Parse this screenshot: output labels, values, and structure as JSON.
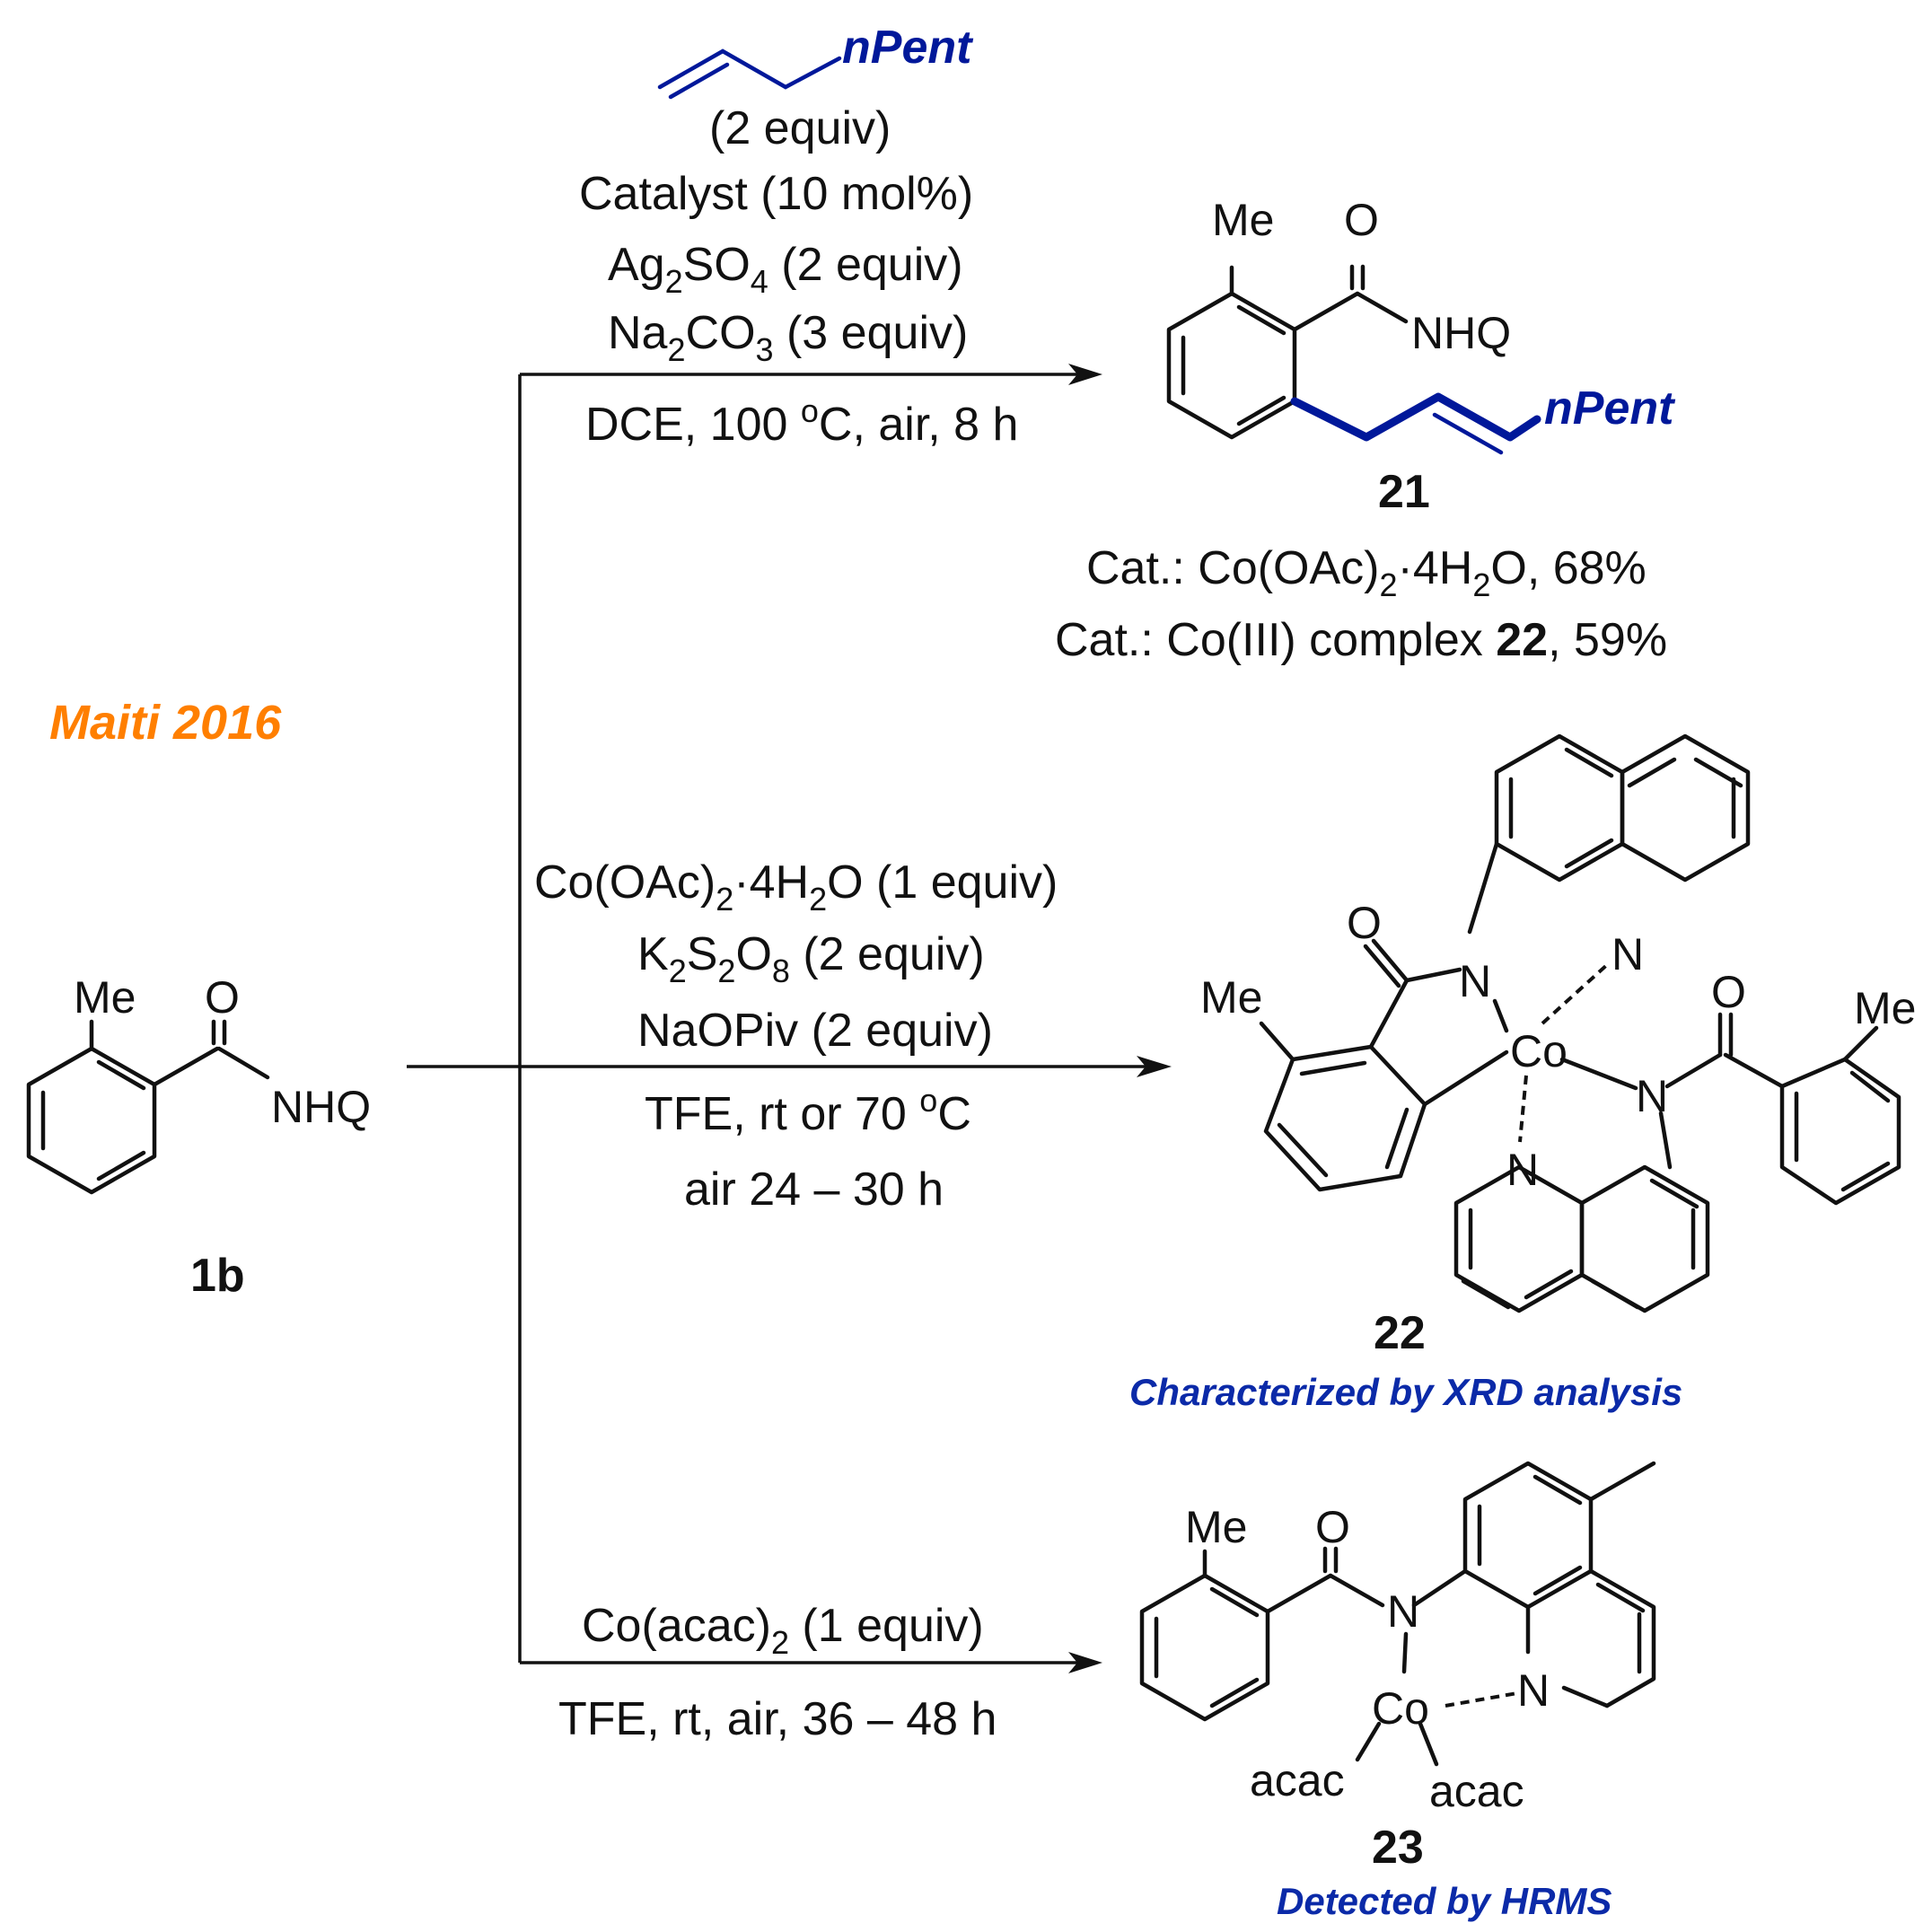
{
  "tag": "Maiti 2016",
  "reagent_top": {
    "alkene_substituent": "nPent",
    "equiv": "(2 equiv)"
  },
  "conditions_top": {
    "catalyst": "Catalyst  (10 mol%)",
    "oxidant_pre": "Ag",
    "oxidant_sub1": "2",
    "oxidant_mid": "SO",
    "oxidant_sub2": "4",
    "oxidant_post": " (2 equiv)",
    "base_pre": "Na",
    "base_sub1": "2",
    "base_mid": "CO",
    "base_sub2": "3",
    "base_post": " (3 equiv)",
    "solvent_pre": "DCE, 100 ",
    "solvent_sup": "o",
    "solvent_post": "C, air, 8 h"
  },
  "product_21": {
    "label": "21",
    "me": "Me",
    "o": "O",
    "nhq": "NHQ",
    "pent": "nPent",
    "cat1_pre": "Cat.: Co(OAc)",
    "cat1_sub": "2",
    "cat1_dot": "·",
    "cat1_mid": "4H",
    "cat1_sub2": "2",
    "cat1_post": "O, 68%",
    "cat2_pre": "Cat.: Co(III) complex ",
    "cat2_bold": "22",
    "cat2_post": ", 59%"
  },
  "conditions_mid": {
    "line1_pre": "Co(OAc)",
    "line1_sub": "2",
    "line1_dot": "·",
    "line1_mid": "4H",
    "line1_sub2": "2",
    "line1_post": "O  (1 equiv)",
    "line2_pre": "K",
    "line2_sub1": "2",
    "line2_mid1": "S",
    "line2_sub2": "2",
    "line2_mid2": "O",
    "line2_sub3": "8",
    "line2_post": " (2 equiv)",
    "line3": "NaOPiv (2 equiv)",
    "line4_pre": "TFE, rt or 70 ",
    "line4_sup": "o",
    "line4_post": "C",
    "line5": "air 24 – 30 h"
  },
  "product_22": {
    "label": "22",
    "note": "Characterized by XRD analysis",
    "me1": "Me",
    "me2": "Me",
    "o1": "O",
    "o2": "O",
    "n_amide1": "N",
    "n_amide2": "N",
    "n_py1": "N",
    "n_py2": "N",
    "co": "Co"
  },
  "conditions_bot": {
    "line1_pre": "Co(acac)",
    "line1_sub": "2",
    "line1_post": " (1 equiv)",
    "line2": "TFE, rt, air, 36 – 48 h"
  },
  "product_23": {
    "label": "23",
    "note": "Detected by HRMS",
    "me": "Me",
    "o": "O",
    "n_amide": "N",
    "n_py": "N",
    "co": "Co",
    "acac1": "acac",
    "acac2": "acac"
  },
  "substrate_1b": {
    "label": "1b",
    "me": "Me",
    "o": "O",
    "nhq": "NHQ"
  }
}
